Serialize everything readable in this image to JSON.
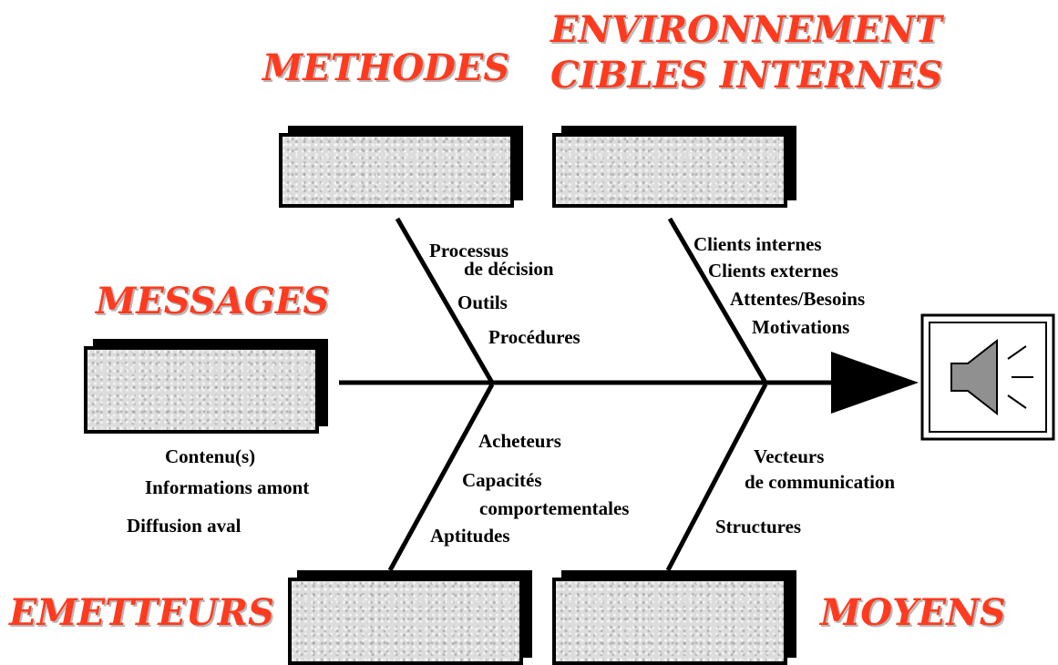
{
  "categories": {
    "methodes": "METHODES",
    "environnement_line1": "ENVIRONNEMENT",
    "environnement_line2": "CIBLES INTERNES",
    "messages": "MESSAGES",
    "emetteurs": "EMETTEURS",
    "moyens": "MOYENS"
  },
  "methodes_items": {
    "processus_1": "Processus",
    "processus_2": "de décision",
    "outils": "Outils",
    "procedures": "Procédures"
  },
  "environnement_items": {
    "clients_internes": "Clients internes",
    "clients_externes": "Clients externes",
    "attentes": "Attentes/Besoins",
    "motivations": "Motivations"
  },
  "messages_items": {
    "contenu": "Contenu(s)",
    "informations": "Informations amont",
    "diffusion": "Diffusion aval"
  },
  "emetteurs_items": {
    "acheteurs": "Acheteurs",
    "capacites_1": "Capacités",
    "capacites_2": "comportementales",
    "aptitudes": "Aptitudes"
  },
  "moyens_items": {
    "vecteurs_1": "Vecteurs",
    "vecteurs_2": "de communication",
    "structures": "Structures"
  },
  "colors": {
    "category_text": "#ff3b1f",
    "lines": "#000000",
    "box_fill": "#dcdcdc",
    "speaker": "#909090"
  },
  "icons": {
    "effect": "speaker-icon"
  }
}
